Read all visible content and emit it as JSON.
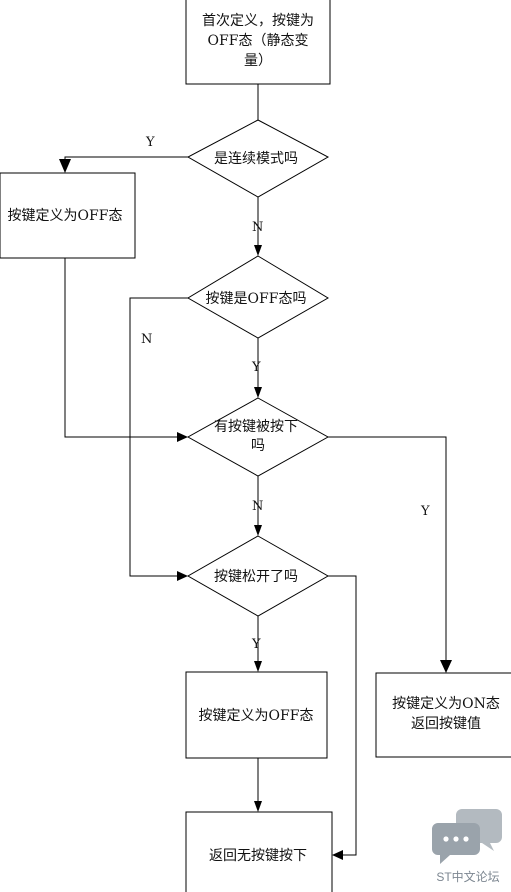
{
  "nodes": {
    "init": {
      "lines": [
        "首次定义，按键为",
        "OFF态（静态变",
        "量）"
      ]
    },
    "continuous": {
      "lines": [
        "是连续模式吗"
      ]
    },
    "define_off_1": {
      "lines": [
        "按键定义为OFF态"
      ]
    },
    "is_off": {
      "lines": [
        "按键是OFF态吗"
      ]
    },
    "pressed": {
      "lines": [
        "有按键被按下",
        "吗"
      ]
    },
    "released": {
      "lines": [
        "按键松开了吗"
      ]
    },
    "define_off_2": {
      "lines": [
        "按键定义为OFF态"
      ]
    },
    "define_on": {
      "lines": [
        "按键定义为ON态",
        "返回按键值"
      ]
    },
    "return_none": {
      "lines": [
        "返回无按键按下"
      ]
    }
  },
  "edge_labels": {
    "continuous_yes": "Y",
    "continuous_no": "N",
    "is_off_no": "N",
    "is_off_yes": "Y",
    "pressed_no": "N",
    "pressed_yes": "Y",
    "released_yes": "Y"
  },
  "watermark": {
    "text": "ST中文论坛",
    "icon": "chat-bubbles-icon"
  }
}
